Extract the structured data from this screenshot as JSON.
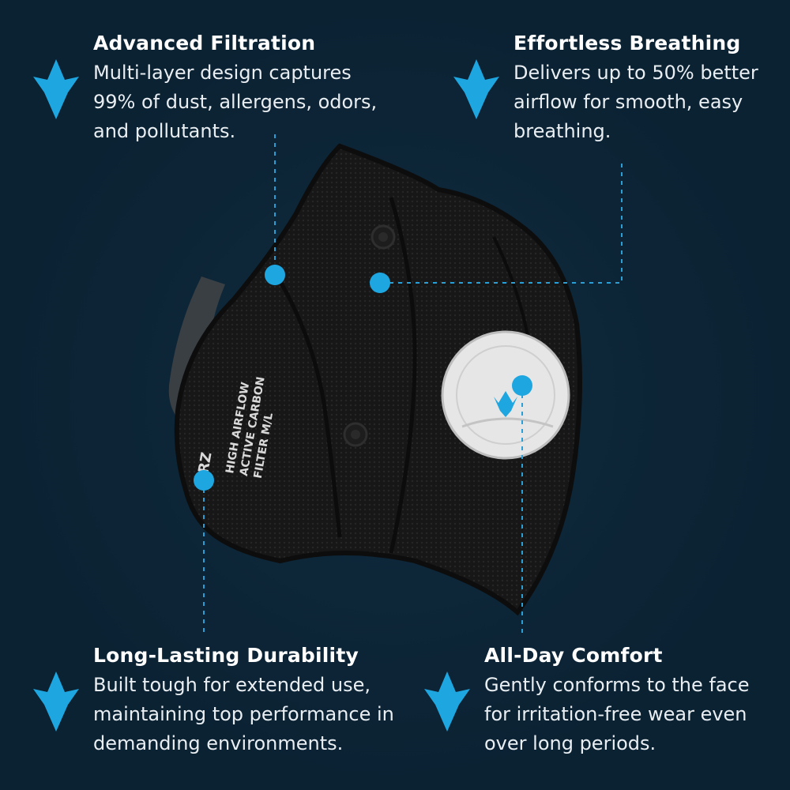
{
  "features": {
    "filtration": {
      "title": "Advanced Filtration",
      "description": "Multi-layer design captures\n99% of dust, allergens, odors,\nand pollutants."
    },
    "breathing": {
      "title": "Effortless Breathing",
      "description": "Delivers up to 50% better\nairflow for smooth, easy\nbreathing."
    },
    "durability": {
      "title": "Long-Lasting Durability",
      "description": "Built tough for extended use,\nmaintaining top performance in\ndemanding environments."
    },
    "comfort": {
      "title": "All-Day Comfort",
      "description": "Gently conforms to the face\nfor irritation-free wear even\nover long periods."
    }
  },
  "product": {
    "mask_print": [
      "HIGH AIRFLOW",
      "ACTIVE CARBON",
      "FILTER M/L"
    ],
    "brand_mark": "RZ"
  },
  "colors": {
    "background": "#0b2233",
    "accent": "#1ea6e1",
    "mask": "#141414",
    "valve": "#e8e8e8"
  },
  "icons": {
    "feature_icon": "shield-arrow-icon"
  }
}
